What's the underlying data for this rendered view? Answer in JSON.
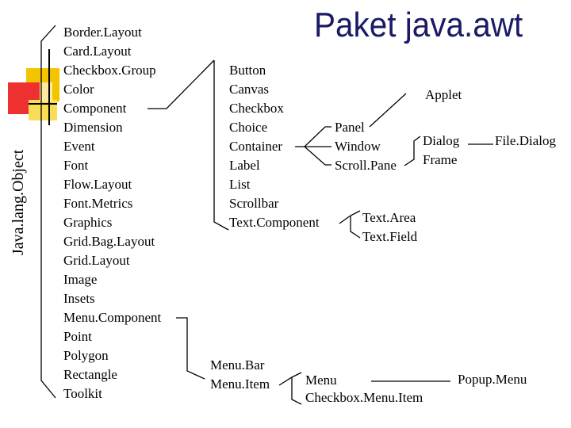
{
  "title": "Paket java.awt",
  "root_label": "Java.lang.Object",
  "object_children": [
    "Border.Layout",
    "Card.Layout",
    "Checkbox.Group",
    "Color",
    "Component",
    "Dimension",
    "Event",
    "Font",
    "Flow.Layout",
    "Font.Metrics",
    "Graphics",
    "Grid.Bag.Layout",
    "Grid.Layout",
    "Image",
    "Insets",
    "Menu.Component",
    "Point",
    "Polygon",
    "Rectangle",
    "Toolkit"
  ],
  "component_children": [
    "Button",
    "Canvas",
    "Checkbox",
    "Choice",
    "Container",
    "Label",
    "List",
    "Scrollbar",
    "Text.Component"
  ],
  "container_children": [
    "Panel",
    "Window",
    "Scroll.Pane"
  ],
  "panel_child": "Applet",
  "window_children": [
    "Dialog",
    "Frame"
  ],
  "dialog_child": "File.Dialog",
  "textcomponent_children": [
    "Text.Area",
    "Text.Field"
  ],
  "menucomponent_children": [
    "Menu.Bar",
    "Menu.Item"
  ],
  "menuitem_children": [
    "Menu",
    "Checkbox.Menu.Item"
  ],
  "menu_child": "Popup.Menu",
  "colors": {
    "title": "#1a1a66",
    "deco_yellow": "#f5c400",
    "deco_red": "#e02020",
    "lines": "#000000"
  }
}
